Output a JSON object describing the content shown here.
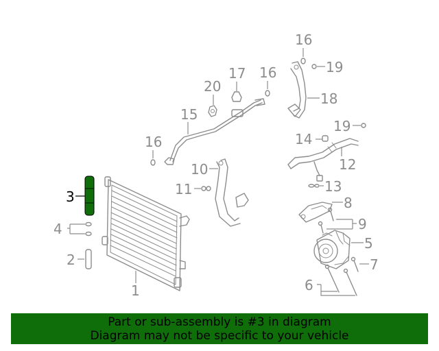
{
  "callouts": {
    "c1": "1",
    "c2": "2",
    "c3": "3",
    "c4": "4",
    "c5": "5",
    "c6": "6",
    "c7": "7",
    "c8": "8",
    "c9": "9",
    "c10": "10",
    "c11": "11",
    "c12": "12",
    "c13": "13",
    "c14": "14",
    "c15": "15",
    "c16a": "16",
    "c16b": "16",
    "c16c": "16",
    "c17": "17",
    "c18": "18",
    "c19a": "19",
    "c19b": "19",
    "c20": "20"
  },
  "highlighted_part": "3",
  "colors": {
    "highlight": "#0f6e0a",
    "parts": "#8c8c8c",
    "banner": "#0f6e0a"
  },
  "banner": {
    "line1": "Part or sub-assembly is #3 in diagram",
    "line2": "Diagram may not be specific to your vehicle"
  }
}
